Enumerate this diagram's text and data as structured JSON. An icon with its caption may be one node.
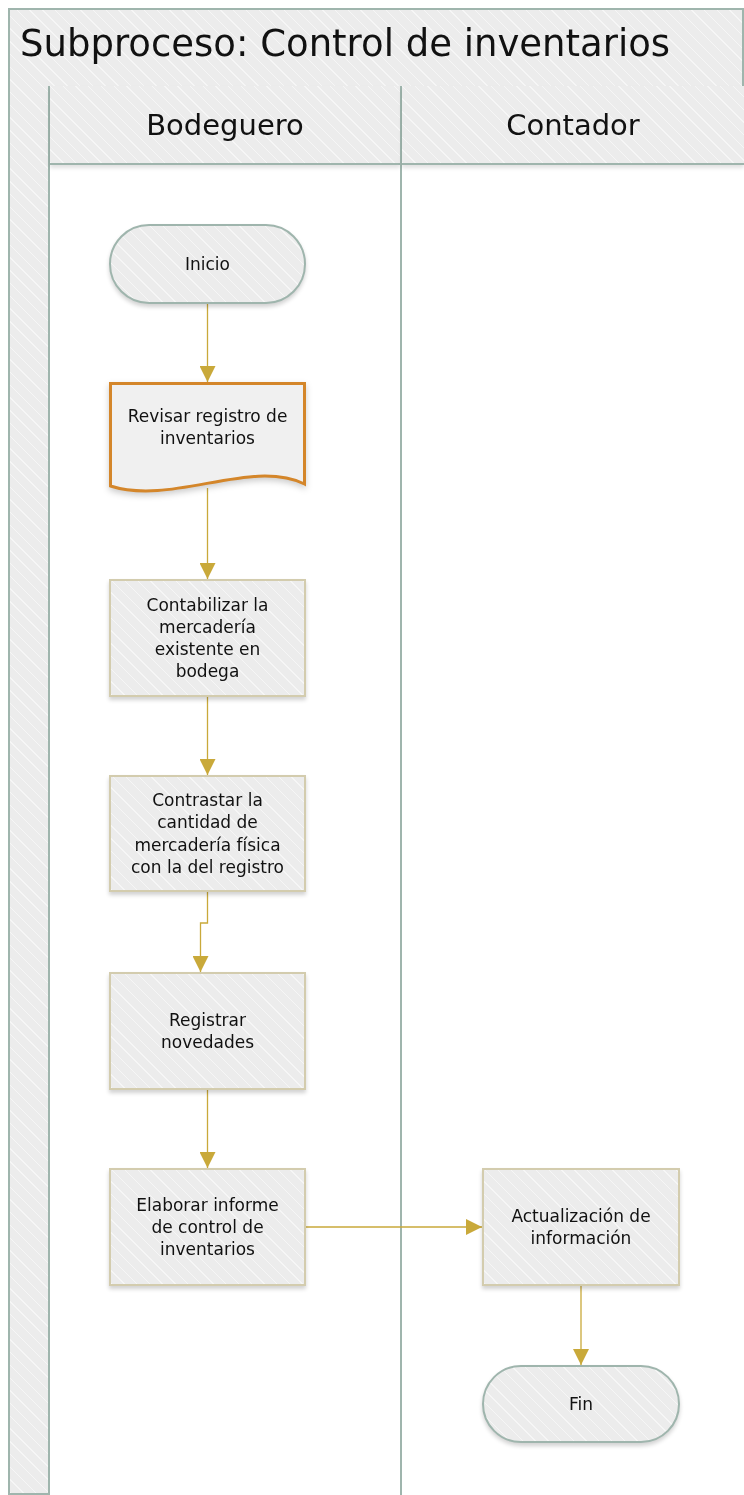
{
  "diagram": {
    "title": "Subproceso: Control de inventarios",
    "nodes": [
      {
        "text": [],
        "shape": "box"
      },
      {
        "text": [
          "Bodeguero"
        ],
        "in": 0
      },
      {
        "text": [
          "Contador"
        ],
        "in": 0
      },
      {
        "text": [
          "Inicio"
        ],
        "in": 1
      },
      {
        "text": [
          "Revisar registro de inventarios"
        ],
        "in": 1
      },
      {
        "text": [
          "Contabilizar la mercadería existente en bodega"
        ],
        "in": 1
      },
      {
        "text": [
          "Contrastar la cantidad de mercadería física con la del registro"
        ],
        "in": 1
      },
      {
        "text": [
          "Registrar novedades"
        ],
        "in": 1
      },
      {
        "text": [
          "Elaborar informe de control de inventarios"
        ],
        "in": 1
      },
      {
        "text": [
          "Actualización de información"
        ],
        "in": 2
      },
      {
        "text": [
          "Fin"
        ],
        "in": 2
      }
    ],
    "edges": [
      {
        "from": 3,
        "to": 4,
        "arrow": "to"
      },
      {
        "from": 4,
        "to": 5,
        "arrow": "to"
      },
      {
        "from": 5,
        "to": 6,
        "arrow": "to"
      },
      {
        "from": 6,
        "to": 7,
        "arrow": "to"
      },
      {
        "from": 7,
        "to": 8,
        "arrow": "to"
      },
      {
        "from": 8,
        "to": 9,
        "arrow": "to"
      },
      {
        "from": 9,
        "to": 10,
        "arrow": "to"
      }
    ]
  }
}
